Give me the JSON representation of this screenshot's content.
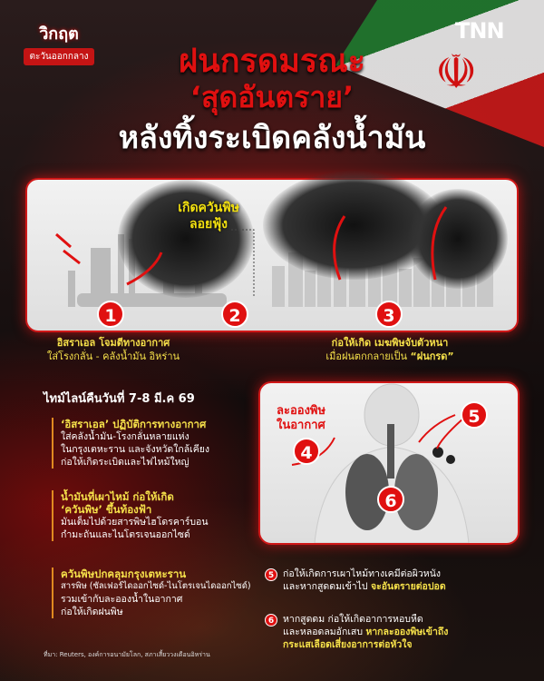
{
  "brand": {
    "badge_line1": "วิกฤต",
    "badge_line2": "ตะวันออกกลาง",
    "logo": "TNN"
  },
  "title": {
    "line1": "ฝนกรดมรณะ",
    "line2": "‘สุดอันตราย’",
    "line3": "หลังทิ้งระเบิดคลังน้ำมัน"
  },
  "steps": {
    "smoke_label_line1": "เกิดควันพิษ",
    "smoke_label_line2": "ลอยฟุ้ง",
    "n1": "1",
    "n2": "2",
    "n3": "3",
    "cap1_line1": "อิสราเอล โจมตีทางอากาศ",
    "cap1_line2": "ใส่โรงกลั่น - คลังน้ำมัน อิหร่าน",
    "cap3_line1": "ก่อให้เกิด เมฆพิษจับตัวหนา",
    "cap3_line2a": "เมื่อฝนตกกลายเป็น ",
    "cap3_line2b": "“ฝนกรด”"
  },
  "timeline": {
    "title": "ไทม์ไลน์คืนวันที่ 7-8 มี.ค 69",
    "items": [
      {
        "head": "‘อิสราเอล’ ปฏิบัติการทางอากาศ",
        "body": [
          "ใส่คลังน้ำมัน-โรงกลั่นหลายแห่ง",
          "ในกรุงเตหะราน และจังหวัดใกล้เคียง",
          "ก่อให้เกิดระเบิดและไฟไหม้ใหญ่"
        ]
      },
      {
        "head": "น้ำมันที่เผาไหม้ ก่อให้เกิด",
        "head2": "‘ควันพิษ’ ขึ้นท้องฟ้า",
        "body": [
          "มันเต็มไปด้วยสารพิษไฮโดรคาร์บอน",
          "กำมะถันและไนโตรเจนออกไซด์"
        ]
      },
      {
        "head": "ควันพิษปกคลุมกรุงเตหะราน",
        "body": [
          "สารพิษ (ซัลเฟอร์ไดออกไซด์-ไนโตรเจนไดออกไซด์)",
          "รวมเข้ากับละอองน้ำในอากาศ",
          "ก่อให้เกิดฝนพิษ"
        ]
      }
    ]
  },
  "body_panel": {
    "label_line1": "ละอองพิษ",
    "label_line2": "ในอากาศ",
    "n4": "4",
    "n5": "5",
    "n6": "6"
  },
  "notes": [
    {
      "num": "5",
      "line1": "ก่อให้เกิดการเผาไหม้ทางเคมีต่อผิวหนัง",
      "line2a": "และหากสูดดมเข้าไป ",
      "line2b": "จะอันตรายต่อปอด"
    },
    {
      "num": "6",
      "line1": "หากสูดดม ก่อให้เกิดอาการหอบหืด",
      "line2a": "และหลอดลมอักเสบ ",
      "line2b": "หากละอองพิษเข้าถึง",
      "line3": "กระแสเลือดเสี่ยงอาการต่อหัวใจ"
    }
  ],
  "source": "ที่มา: Reuters, องค์การอนามัยโลก, สภาเสี้ยววงเดือนอิหร่าน",
  "colors": {
    "red": "#e01010",
    "yellow": "#f5e04a",
    "dark": "#141010"
  }
}
